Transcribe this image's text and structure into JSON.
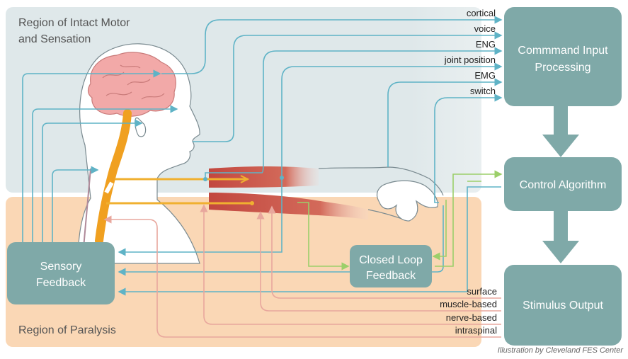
{
  "regions": {
    "intact": {
      "line1": "Region of Intact Motor",
      "line2": "and Sensation"
    },
    "paralysis": "Region of Paralysis"
  },
  "boxes": {
    "command_input": {
      "line1": "Commmand Input",
      "line2": "Processing"
    },
    "control_algorithm": "Control Algorithm",
    "stimulus_output": "Stimulus Output",
    "sensory_feedback": {
      "line1": "Sensory",
      "line2": "Feedback"
    },
    "closed_loop": {
      "line1": "Closed Loop",
      "line2": "Feedback"
    }
  },
  "input_signals": [
    "cortical",
    "voice",
    "ENG",
    "joint position",
    "EMG",
    "switch"
  ],
  "output_types": [
    "surface",
    "muscle-based",
    "nerve-based",
    "intraspinal"
  ],
  "credit": "Illustration by Cleveland FES Center",
  "colors": {
    "box": "#7fa9a8",
    "intact_region": "#dde6e9",
    "paralysis_region": "#fad7b5",
    "input_line": "#5fb3c6",
    "output_line": "#e8a79d",
    "closed_loop_line": "#9ccf6a",
    "nerve": "#f0b030",
    "brain": "#f2a9a8",
    "muscle": "#c2473f"
  }
}
